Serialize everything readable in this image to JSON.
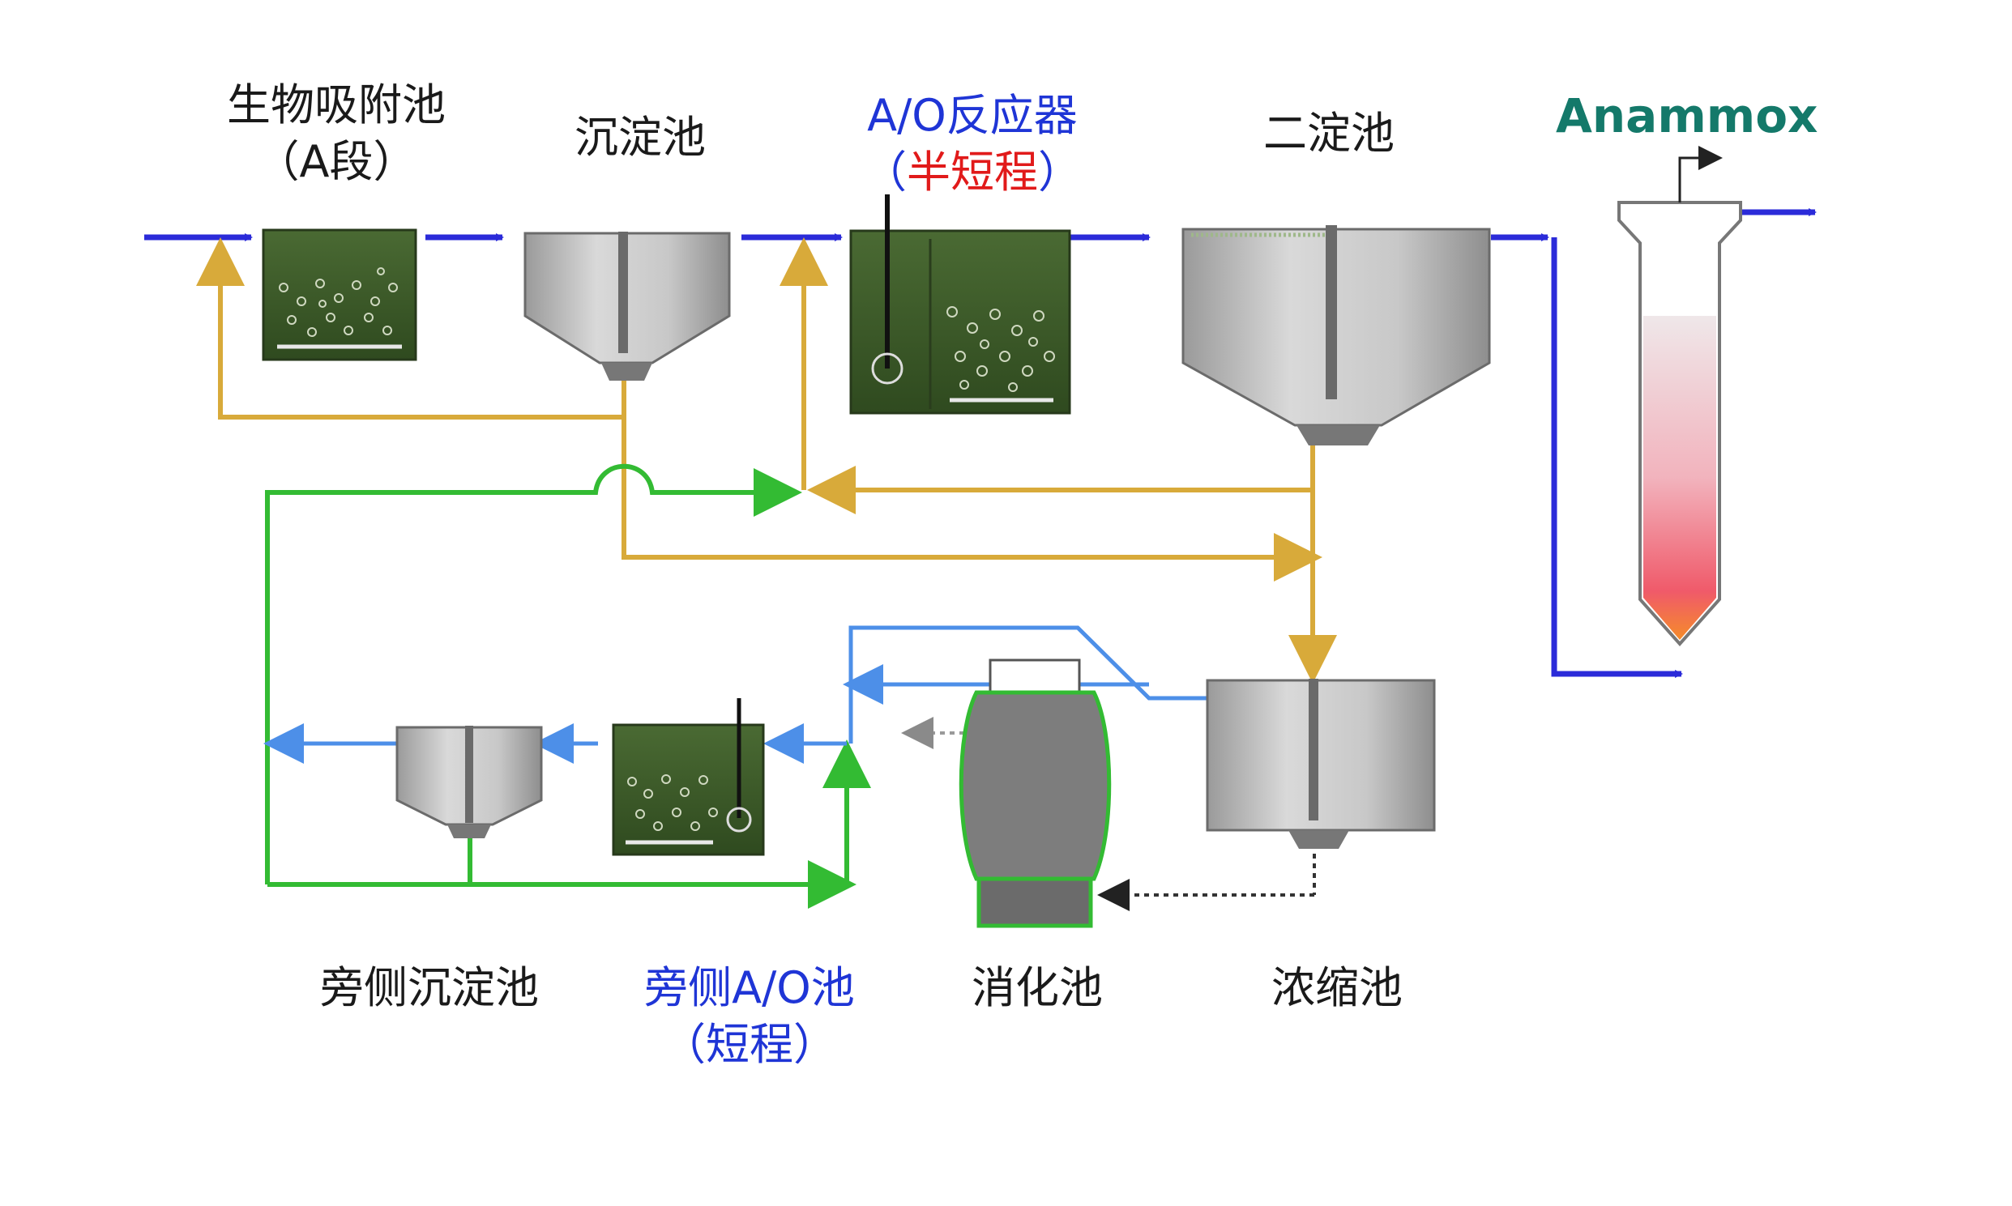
{
  "colors": {
    "main_flow": "#2b2bd9",
    "sludge_return": "#d8aa3a",
    "side_flow": "#33bb33",
    "side_water": "#4d8fe8",
    "reactor_green": "#3e5a2a",
    "tank_grey": "#bdbdbd"
  },
  "labels": {
    "a_stage_line1": "生物吸附池",
    "a_stage_line2": "（A段）",
    "settler": "沉淀池",
    "ao_reactor_line1": "A/O反应器",
    "ao_reactor_line2_open": "（",
    "ao_reactor_line2_mid": "半短程",
    "ao_reactor_line2_close": "）",
    "secondary_settler": "二淀池",
    "anammox": "Anammox",
    "side_settler": "旁侧沉淀池",
    "side_ao_line1": "旁侧A/O池",
    "side_ao_line2": "（短程）",
    "digester": "消化池",
    "thickener": "浓缩池"
  }
}
